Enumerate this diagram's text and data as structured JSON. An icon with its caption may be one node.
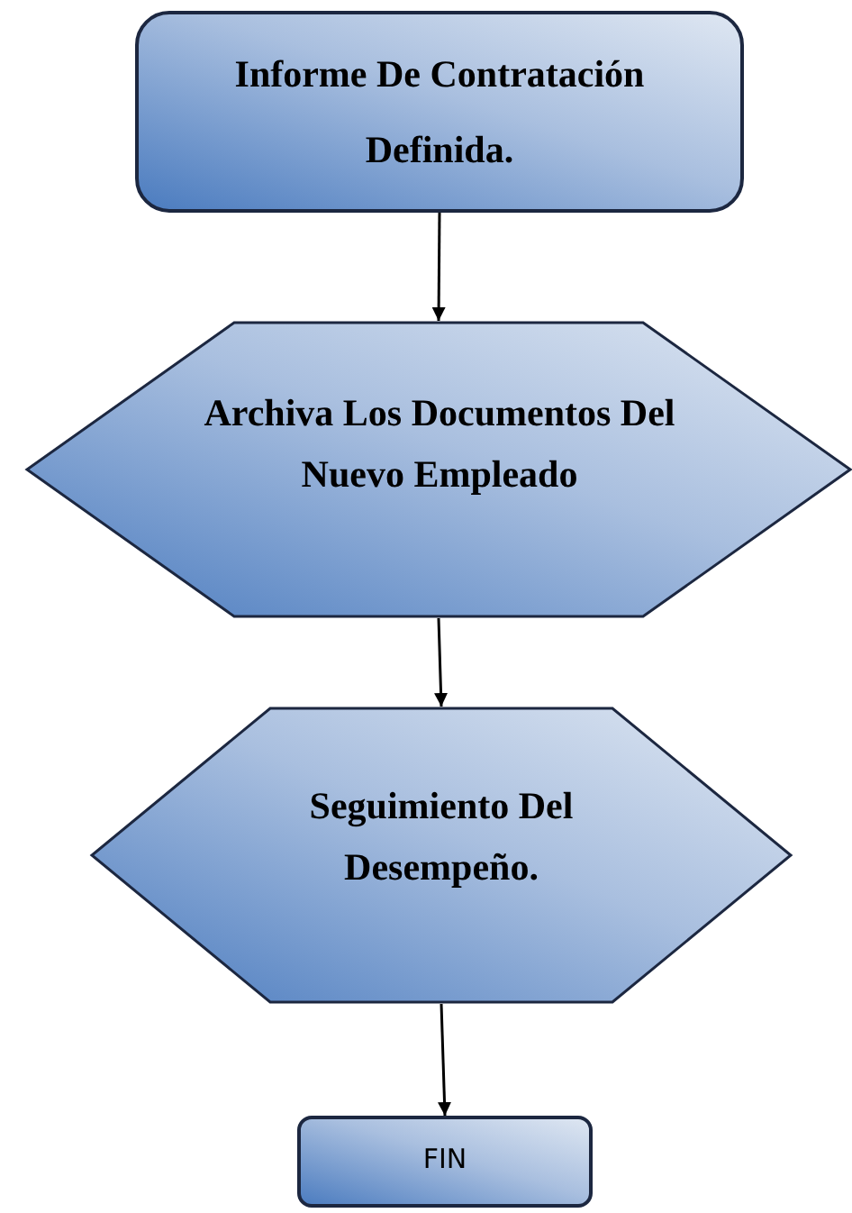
{
  "diagram": {
    "nodes": [
      {
        "text": [
          "Informe De Contratación Definida."
        ]
      },
      {
        "text": [
          "Archiva Los Documentos Del Nuevo Empleado"
        ]
      },
      {
        "text": [
          "Seguimiento Del Desempeño."
        ]
      },
      {
        "text": [
          "FIN"
        ]
      }
    ],
    "edges": [
      {
        "from": 0,
        "to": 1,
        "arrow": "to"
      },
      {
        "from": 1,
        "to": 2,
        "arrow": "to"
      },
      {
        "from": 2,
        "to": 3,
        "arrow": "to"
      }
    ]
  }
}
